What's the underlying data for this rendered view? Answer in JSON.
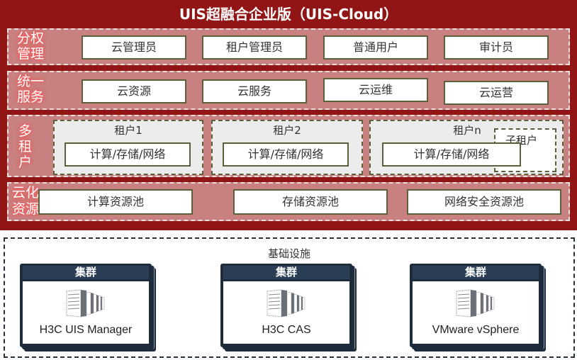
{
  "title": "UIS超融合企业版（UIS-Cloud）",
  "layers": [
    {
      "label": "分权\n管理",
      "label_lines": [
        "分权",
        "管理"
      ],
      "items": [
        "云管理员",
        "租户管理员",
        "普通用户",
        "审计员"
      ]
    },
    {
      "label_lines": [
        "统一",
        "服务"
      ],
      "items": [
        "云资源",
        "云服务",
        "云运维",
        "云运营"
      ]
    },
    {
      "label_lines": [
        "多",
        "租",
        "户"
      ],
      "tenants": [
        {
          "name": "租户1",
          "content": "计算/存储/网络"
        },
        {
          "name": "租户2",
          "content": "计算/存储/网络"
        },
        {
          "name": "租户n",
          "content": "计算/存储/网络",
          "sub_tenant": "子租户"
        }
      ]
    },
    {
      "label_lines": [
        "云化",
        "资源"
      ],
      "items": [
        "计算资源池",
        "存储资源池",
        "网络安全资源池"
      ]
    }
  ],
  "infrastructure": {
    "title": "基础设施",
    "clusters": [
      {
        "header": "集群",
        "icon": "server-rack-icon",
        "label": "H3C UIS Manager"
      },
      {
        "header": "集群",
        "icon": "server-rack-icon",
        "label": "H3C CAS"
      },
      {
        "header": "集群",
        "icon": "server-rack-icon",
        "label": "VMware vSphere"
      }
    ]
  },
  "colors": {
    "primary_red": "#921515",
    "band_pink": "#c98080",
    "box_border": "#5b5f3a",
    "cluster_navy": "#1e2b3b"
  }
}
